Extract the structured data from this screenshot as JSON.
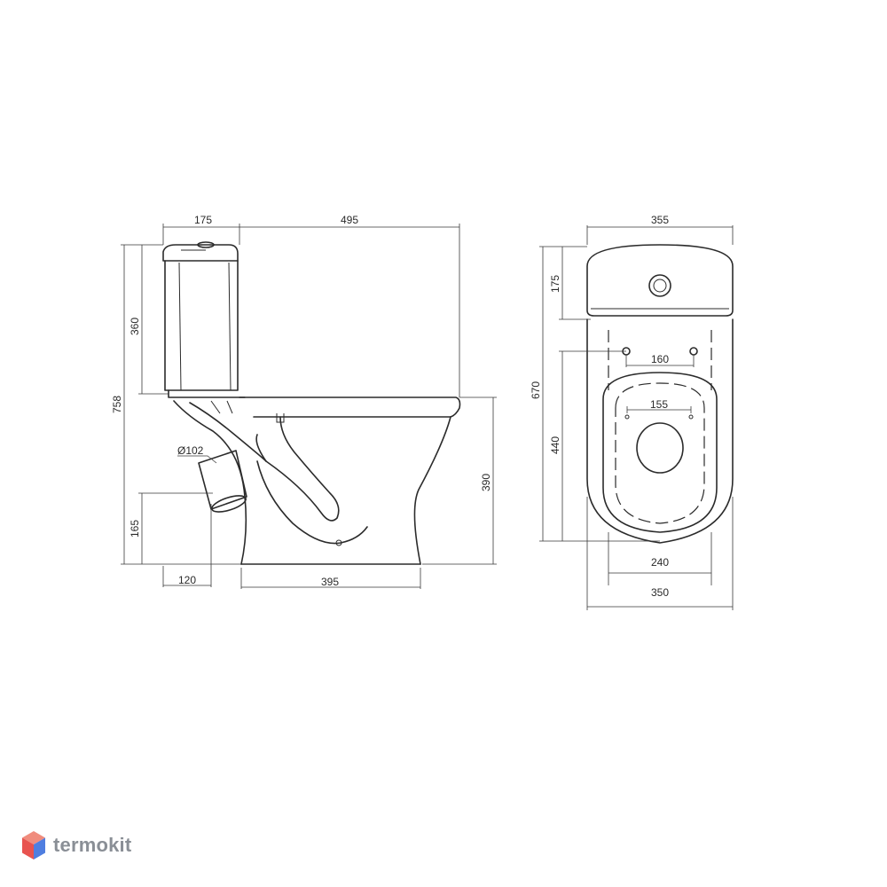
{
  "brand": {
    "name": "termokit",
    "colors": {
      "red": "#e8534f",
      "blue": "#4f7ee0",
      "text": "#8a8f96"
    }
  },
  "side_view": {
    "dims": {
      "tank_depth": "175",
      "bowl_length": "495",
      "total_height": "758",
      "tank_height": "360",
      "outlet_diameter": "Ø102",
      "outlet_height": "165",
      "outlet_offset": "120",
      "base_length": "395",
      "seat_height": "390"
    }
  },
  "top_view": {
    "dims": {
      "total_width": "355",
      "tank_depth": "175",
      "total_length": "670",
      "bowl_length": "440",
      "hinge_spacing": "160",
      "fix_spacing": "155",
      "inner_width": "240",
      "bowl_width": "350"
    }
  }
}
